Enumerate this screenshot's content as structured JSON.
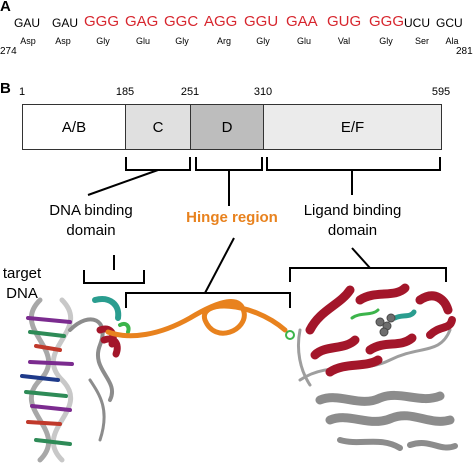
{
  "panel_a": {
    "letter": "A",
    "start_num": "274",
    "end_num": "281",
    "codons": [
      {
        "text": "GAU",
        "color": "#000000"
      },
      {
        "text": "GAU",
        "color": "#000000"
      },
      {
        "text": "GGG",
        "color": "#d7262e"
      },
      {
        "text": "GAG",
        "color": "#d7262e"
      },
      {
        "text": "GGC",
        "color": "#d7262e"
      },
      {
        "text": "AGG",
        "color": "#d7262e"
      },
      {
        "text": "GGU",
        "color": "#d7262e"
      },
      {
        "text": "GAA",
        "color": "#d7262e"
      },
      {
        "text": "GUG",
        "color": "#d7262e"
      },
      {
        "text": "GGG",
        "color": "#d7262e"
      },
      {
        "text": "UCU",
        "color": "#000000"
      },
      {
        "text": "GCU",
        "color": "#000000"
      }
    ],
    "amino_acids": [
      "Asp",
      "Asp",
      "Gly",
      "Glu",
      "Gly",
      "Arg",
      "Gly",
      "Glu",
      "Val",
      "Gly",
      "Ser",
      "Ala"
    ]
  },
  "panel_b": {
    "letter": "B",
    "positions": [
      "1",
      "185",
      "251",
      "310",
      "595"
    ],
    "domains": [
      {
        "label": "A/B",
        "color": "#ffffff"
      },
      {
        "label": "C",
        "color": "#e0e0e0"
      },
      {
        "label": "D",
        "color": "#bdbdbd"
      },
      {
        "label": "E/F",
        "color": "#ebebeb"
      }
    ],
    "labels": {
      "dna_binding_line1": "DNA binding",
      "dna_binding_line2": "domain",
      "hinge": "Hinge region",
      "ligand_binding_line1": "Ligand binding",
      "ligand_binding_line2": "domain",
      "target_dna_line1": "target",
      "target_dna_line2": "DNA"
    },
    "colors": {
      "hinge": "#e8821e",
      "helix": "#a3162a",
      "dna_backbone": "#9e9e9e"
    }
  }
}
